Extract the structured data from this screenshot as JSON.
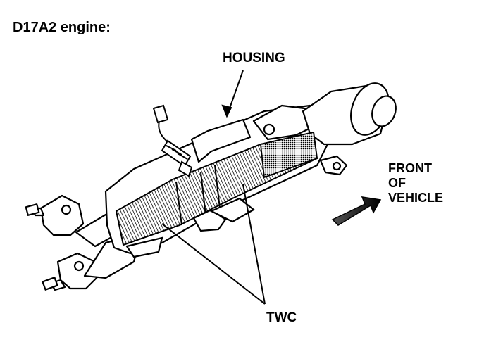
{
  "title": "D17A2 engine:",
  "labels": {
    "housing": "HOUSING",
    "front_line1": "FRONT",
    "front_line2": "OF",
    "front_line3": "VEHICLE",
    "twc": "TWC"
  }
}
